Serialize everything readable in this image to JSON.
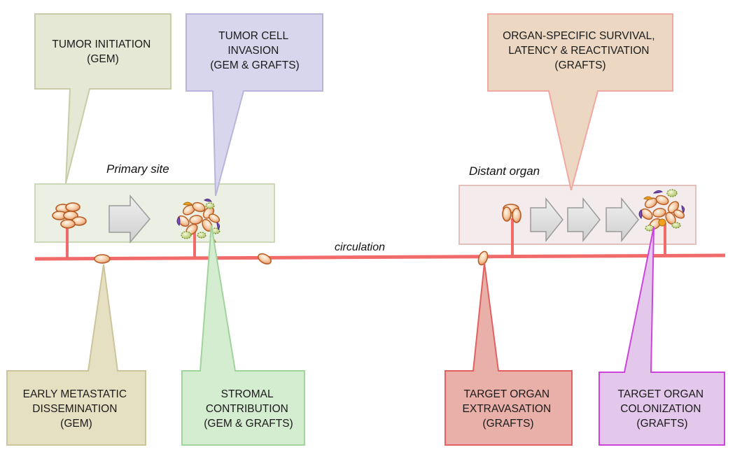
{
  "labels": {
    "primary_site": "Primary site",
    "distant_organ": "Distant organ",
    "circulation": "circulation"
  },
  "callouts": {
    "tumor_initiation": [
      "TUMOR INITIATION",
      "(GEM)"
    ],
    "tumor_invasion": [
      "TUMOR CELL",
      "INVASION",
      "(GEM & GRAFTS)"
    ],
    "organ_survival": [
      "ORGAN-SPECIFIC SURVIVAL,",
      "LATENCY  & REACTIVATION",
      "(GRAFTS)"
    ],
    "early_dissemination": [
      "EARLY METASTATIC",
      "DISSEMINATION",
      "(GEM)"
    ],
    "stromal": [
      "STROMAL",
      "CONTRIBUTION",
      "(GEM & GRAFTS)"
    ],
    "extravasation": [
      "TARGET ORGAN",
      "EXTRAVASATION",
      "(GRAFTS)"
    ],
    "colonization": [
      "TARGET ORGAN",
      "COLONIZATION",
      "(GRAFTS)"
    ]
  },
  "colors": {
    "circulation_line": "#f26b6b",
    "initiation_fill": "#e4e8d4",
    "initiation_stroke": "#c9cca6",
    "invasion_fill": "#d8d6ec",
    "invasion_stroke": "#b9b4dc",
    "survival_fill": "#ecd8c2",
    "survival_stroke": "#f0a8a0",
    "dissemination_fill": "#e6e0c2",
    "dissemination_stroke": "#cdc49a",
    "stromal_fill": "#d4ecd0",
    "stromal_stroke": "#9fd49a",
    "extravasation_fill": "#e8b0a8",
    "extravasation_stroke": "#e46060",
    "colonization_fill": "#e4c8ec",
    "colonization_stroke": "#cc44dd",
    "primary_box_fill": "#ecf0e4",
    "primary_box_stroke": "#cdd8b8",
    "distant_box_fill": "#f4ecec",
    "distant_box_stroke": "#e4c0bc",
    "arrow_fill": "#dcdcdc",
    "arrow_stroke": "#9a9a9a"
  }
}
